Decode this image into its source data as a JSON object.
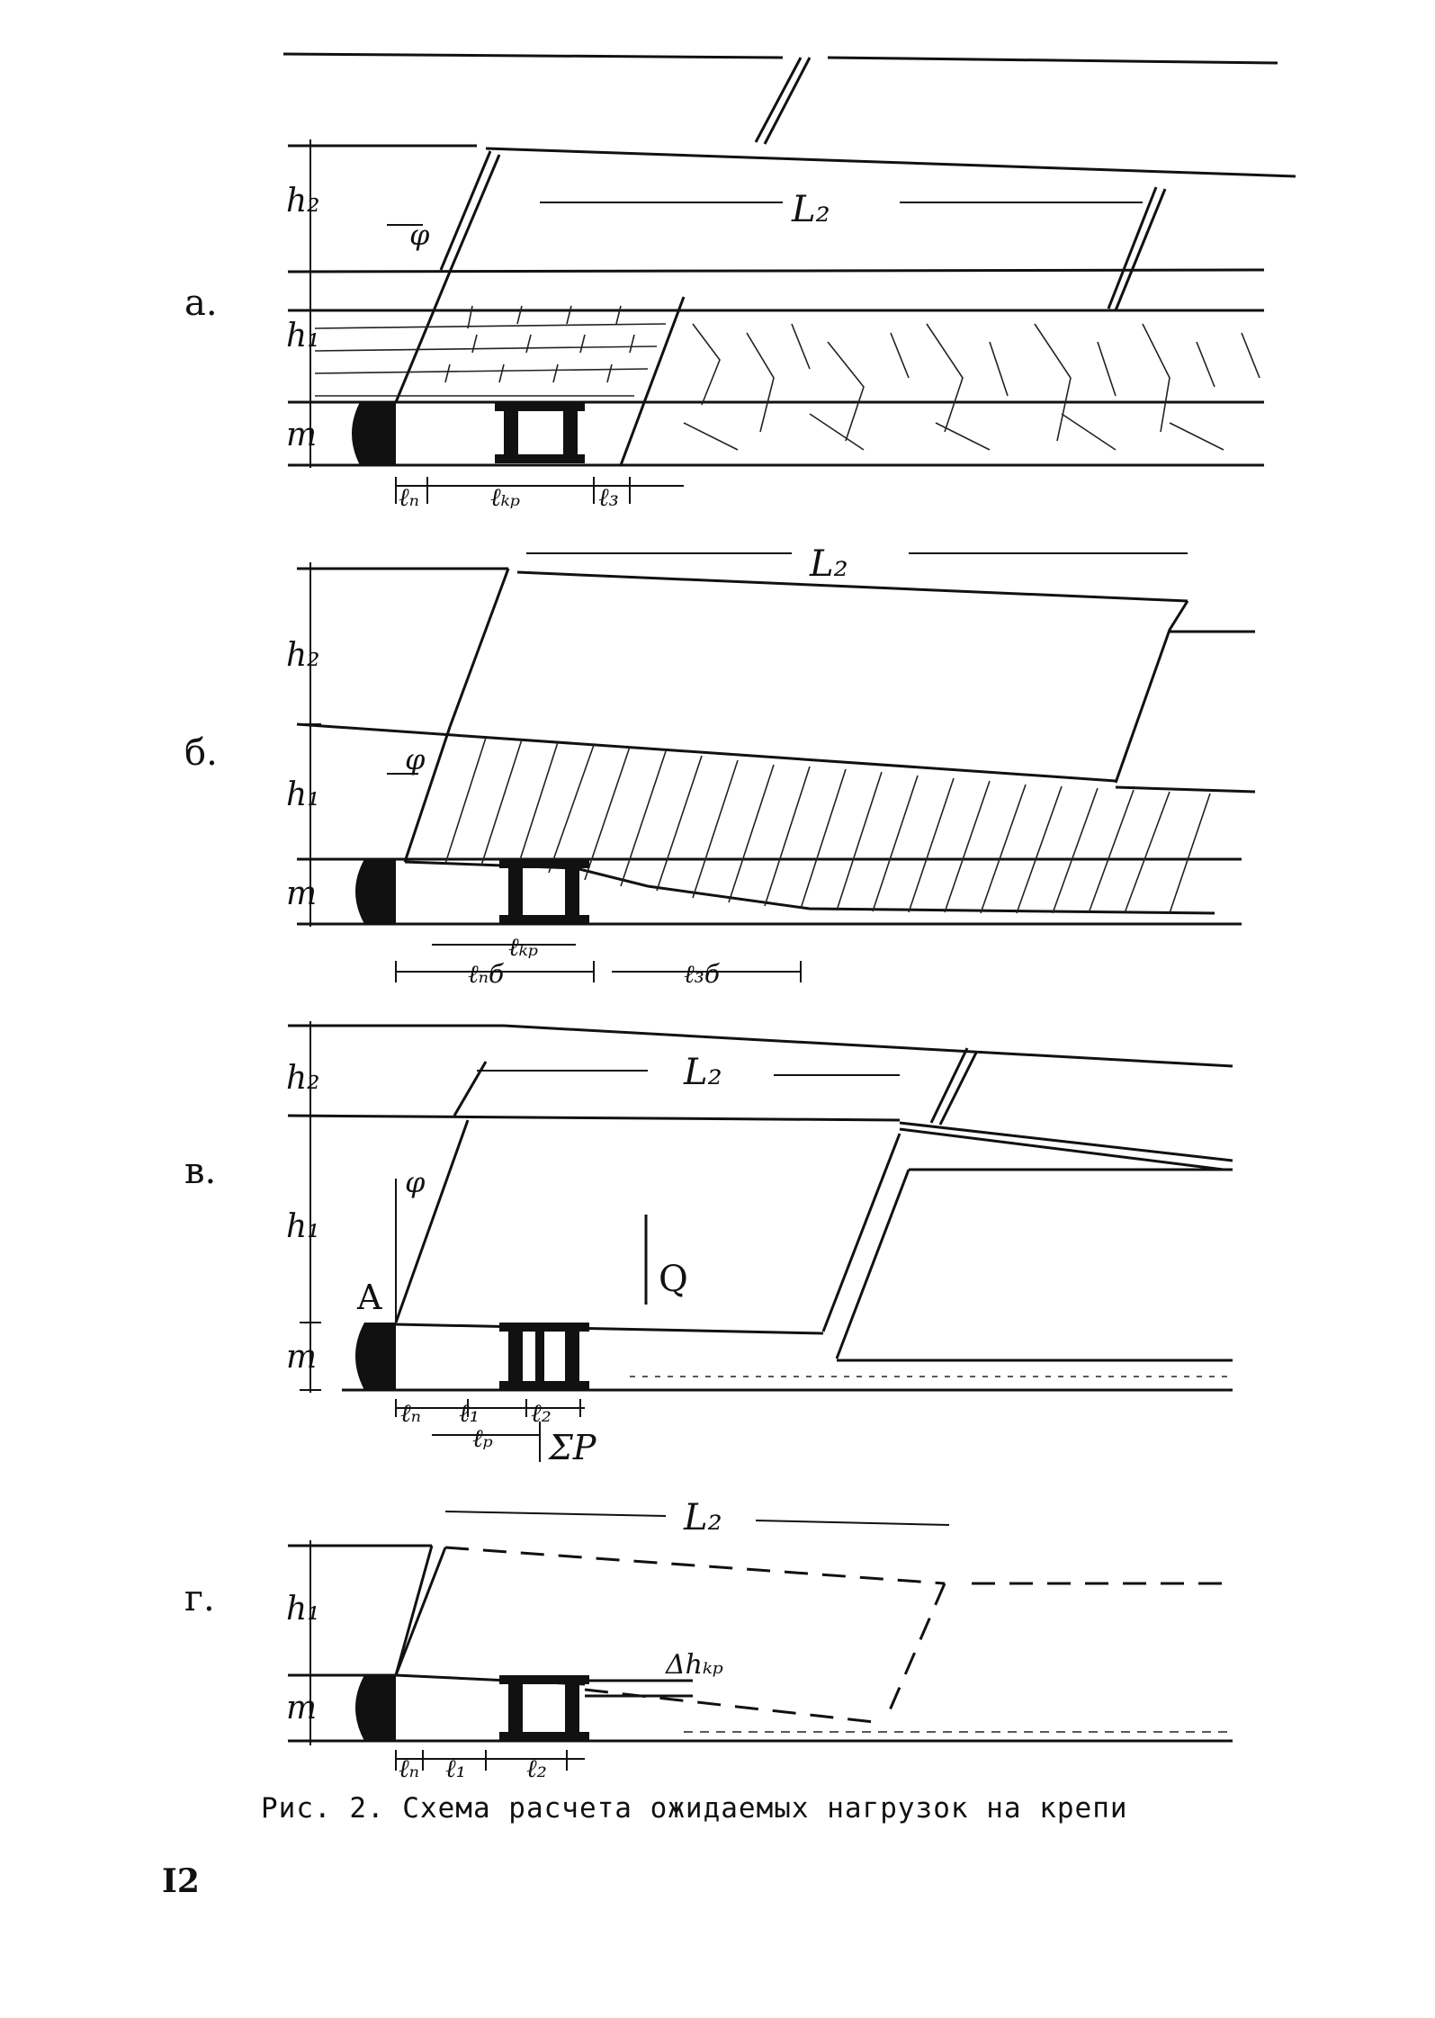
{
  "panels": [
    {
      "id": "a",
      "label": "а.",
      "dims": {
        "h2": "h₂",
        "h1": "h₁",
        "m": "m",
        "phi": "φ",
        "L2": "L₂",
        "ln": "ℓₙ",
        "lkr": "ℓₖₚ",
        "lz": "ℓ₃"
      }
    },
    {
      "id": "b",
      "label": "б.",
      "dims": {
        "h2": "h₂",
        "h1": "h₁",
        "m": "m",
        "phi": "φ",
        "L2": "L₂",
        "lkr": "ℓₖₚ",
        "lnb": "ℓₙб",
        "lzb": "ℓ₃б"
      }
    },
    {
      "id": "v",
      "label": "в.",
      "dims": {
        "h2": "h₂",
        "h1": "h₁",
        "m": "m",
        "phi": "φ",
        "L2": "L₂",
        "A": "A",
        "Q": "Q",
        "ln": "ℓₙ",
        "l1": "ℓ₁",
        "l2": "ℓ₂",
        "lp": "ℓₚ",
        "sumP": "ΣP"
      }
    },
    {
      "id": "g",
      "label": "г.",
      "dims": {
        "h1": "h₁",
        "m": "m",
        "L2": "L₂",
        "dhkr": "Δhₖₚ",
        "ln": "ℓₙ",
        "l1": "ℓ₁",
        "l2": "ℓ₂"
      }
    }
  ],
  "caption": "Рис. 2. Схема расчета ожидаемых нагрузок на крепи",
  "page_number": "I2"
}
